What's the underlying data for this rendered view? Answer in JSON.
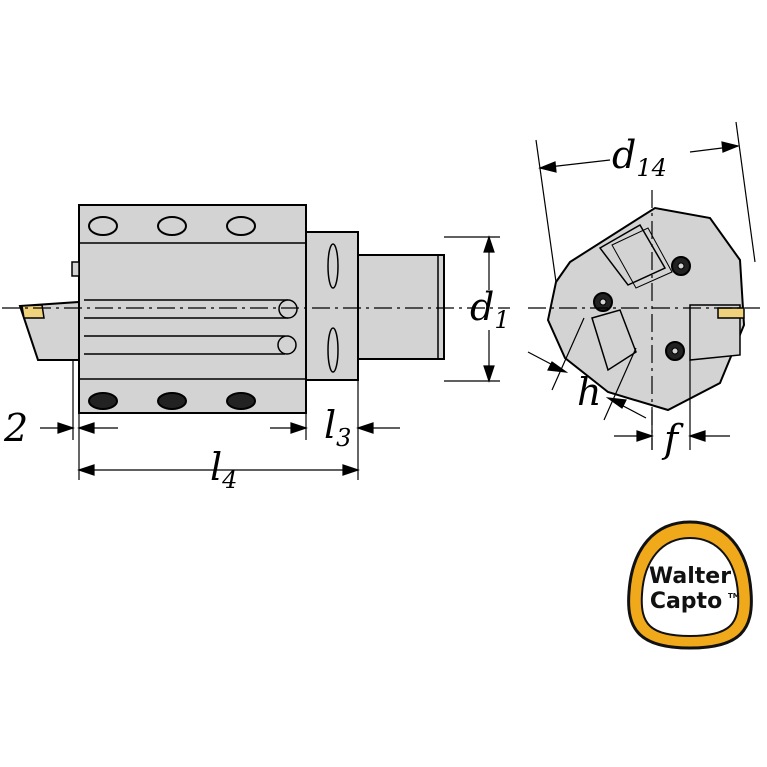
{
  "dimensions": {
    "d1": {
      "letter": "d",
      "sub": "1"
    },
    "d14": {
      "letter": "d",
      "sub": "14"
    },
    "l3": {
      "letter": "l",
      "sub": "3"
    },
    "l4": {
      "letter": "l",
      "sub": "4"
    },
    "h": "h",
    "f": "f",
    "two": "2"
  },
  "logo": {
    "line1": "Walter",
    "line2": "Capto",
    "tm": "TM",
    "colors": {
      "ring": "#f1a91c",
      "outline": "#111111"
    }
  },
  "colors": {
    "body": "#d3d3d3",
    "insert": "#f0d27c",
    "line": "#000000"
  }
}
